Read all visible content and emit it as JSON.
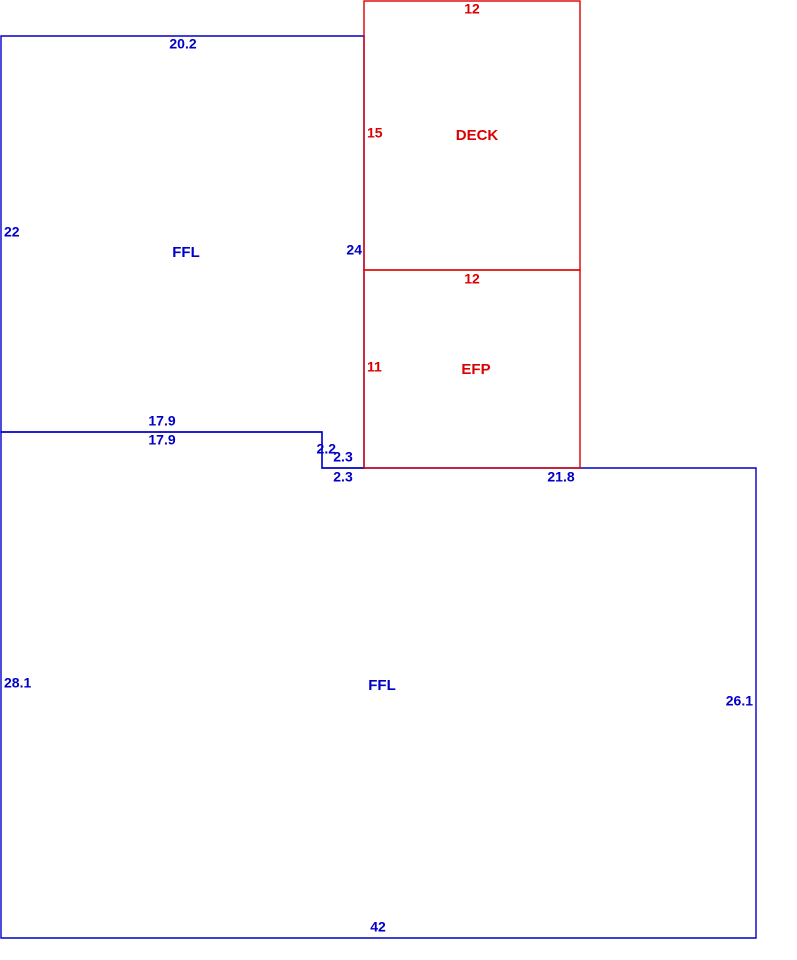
{
  "colors": {
    "living": "#0000c8",
    "exterior": "#dc0000"
  },
  "areas": {
    "upper_ffl": "FFL",
    "lower_ffl": "FFL",
    "deck": "DECK",
    "efp": "EFP"
  },
  "dimensions": {
    "upper_top": "20.2",
    "upper_left": "22",
    "upper_right": "24",
    "upper_bottom": "17.9",
    "lower_top": "17.9",
    "step_vertical": "2.2",
    "step_top": "2.3",
    "step_bottom": "2.3",
    "lower_top_right": "21.8",
    "lower_left": "28.1",
    "lower_right": "26.1",
    "lower_bottom": "42",
    "deck_top": "12",
    "deck_left": "15",
    "efp_top": "12",
    "efp_left": "11"
  }
}
